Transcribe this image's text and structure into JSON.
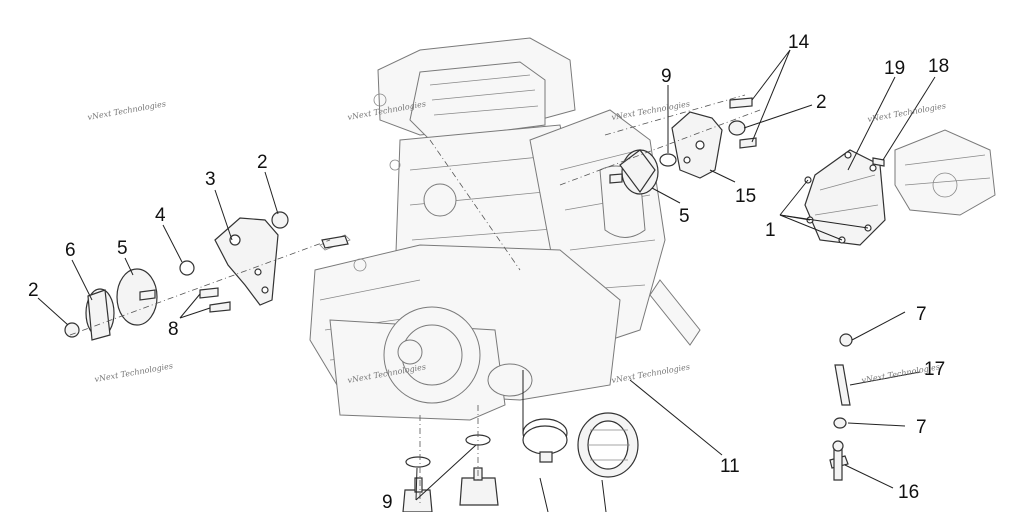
{
  "callouts": {
    "c14": "14",
    "c9_top": "9",
    "c2_top": "2",
    "c19": "19",
    "c18": "18",
    "c2_left_upper": "2",
    "c3": "3",
    "c5_left": "5",
    "c4": "4",
    "c6": "6",
    "c2_left": "2",
    "c8": "8",
    "c15": "15",
    "c5_right": "5",
    "c1": "1",
    "c7_top": "7",
    "c17": "17",
    "c7_bottom": "7",
    "c16": "16",
    "c11": "11",
    "c9_bottom": "9"
  },
  "watermarks": {
    "w1": "vNext Technologies",
    "w2": "vNext Technologies",
    "w3": "vNext Technologies",
    "w4": "vNext Technologies",
    "w5": "vNext Technologies",
    "w6": "vNext Technologies",
    "w7": "vNext Technologies",
    "w8": "vNext Technologies"
  },
  "colors": {
    "line": "#222222",
    "background": "#ffffff"
  }
}
